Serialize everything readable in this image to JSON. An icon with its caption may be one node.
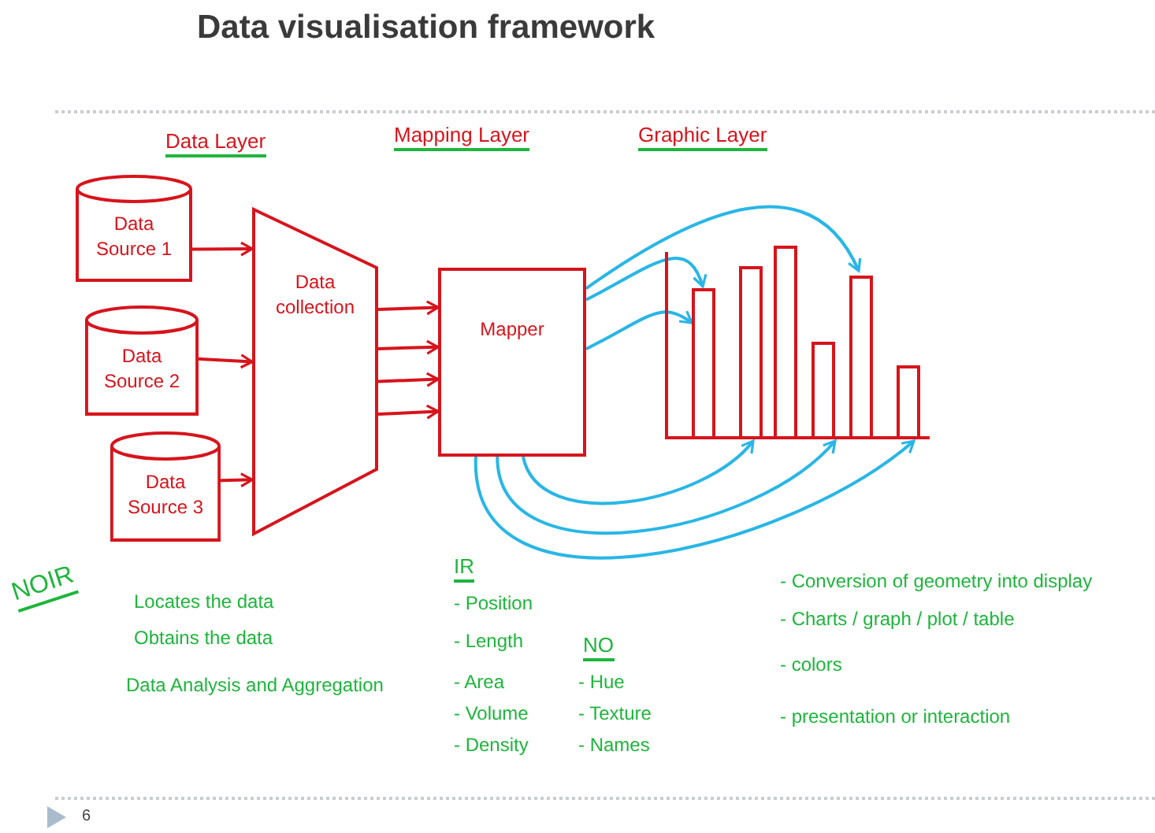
{
  "diagram": {
    "title": "Data visualisation framework",
    "nodes": [
      {
        "text": [
          "Data Source 1"
        ]
      },
      {
        "text": [
          "Data Source 2"
        ]
      },
      {
        "text": [
          "Data Source 3"
        ]
      },
      {
        "text": [
          "Data collection"
        ]
      },
      {
        "text": [
          "Mapper"
        ]
      },
      {
        "text": [],
        "shape": "picture"
      }
    ],
    "edges": [
      {
        "from": 0,
        "to": 3,
        "arrow": "to"
      },
      {
        "from": 1,
        "to": 3,
        "arrow": "to"
      },
      {
        "from": 2,
        "to": 3,
        "arrow": "to"
      },
      {
        "from": 3,
        "to": 4,
        "arrow": "to"
      },
      {
        "from": 3,
        "to": 4,
        "arrow": "to"
      },
      {
        "from": 3,
        "to": 4,
        "arrow": "to"
      },
      {
        "from": 3,
        "to": 4,
        "arrow": "to"
      },
      {
        "from": 4,
        "to": 5,
        "arrow": "to",
        "color": "#29b6e6"
      },
      {
        "from": 4,
        "to": 5,
        "arrow": "to",
        "color": "#29b6e6"
      },
      {
        "from": 4,
        "to": 5,
        "arrow": "to",
        "color": "#29b6e6"
      },
      {
        "from": 4,
        "to": 5,
        "arrow": "to",
        "color": "#29b6e6"
      },
      {
        "from": 4,
        "to": 5,
        "arrow": "to",
        "color": "#29b6e6"
      },
      {
        "from": 4,
        "to": 5,
        "arrow": "to",
        "color": "#29b6e6"
      }
    ],
    "labels": [
      "Data Layer",
      "Mapping Layer",
      "Graphic Layer",
      "NOIR",
      "Locates the data",
      "Obtains the data",
      "Data Analysis and Aggregation",
      "IR",
      "- Position",
      "- Length",
      "- Area",
      "- Volume",
      "- Density",
      "NO",
      "- Hue",
      "- Texture",
      "- Names",
      "- Conversion of geometry into display",
      "- Charts / graph / plot / table",
      "- colors",
      "- presentation or interaction",
      "6"
    ]
  }
}
